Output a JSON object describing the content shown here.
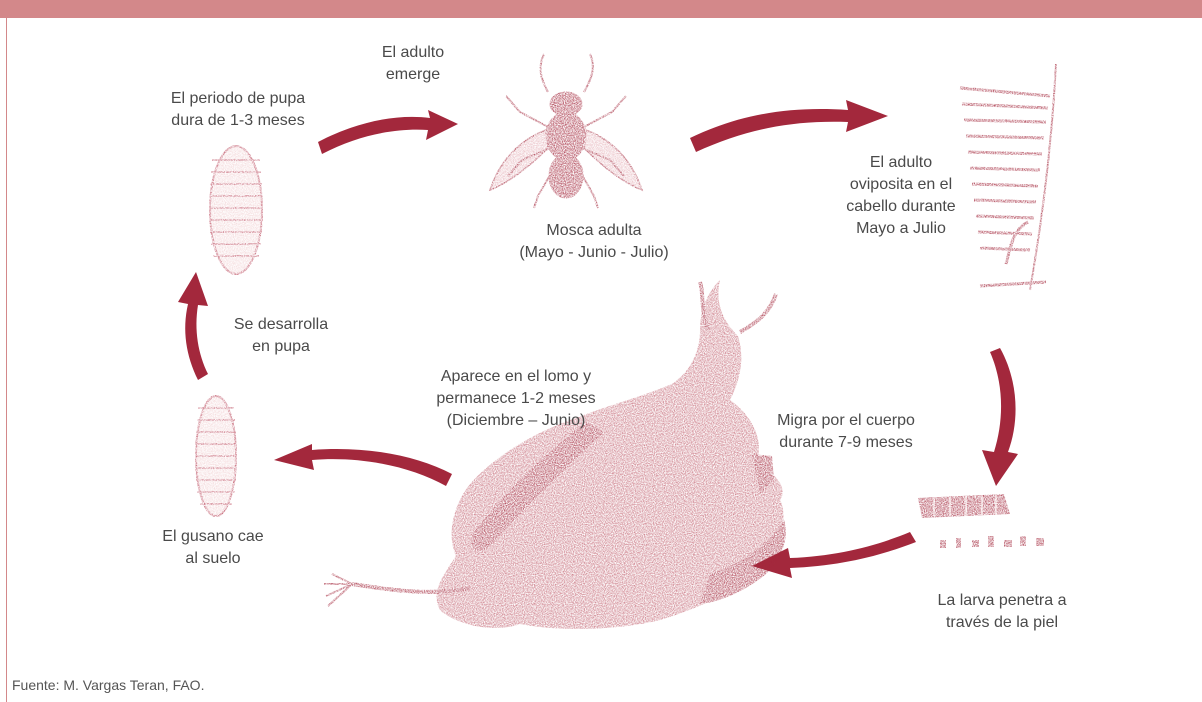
{
  "colors": {
    "header_bar": "#d3888a",
    "illustration": "#a3283c",
    "text": "#4a4a4a"
  },
  "labels": {
    "adult_emerges": "El adulto\nemerge",
    "pupa_period": "El periodo de pupa\ndura de 1-3 meses",
    "adult_fly": "Mosca adulta\n(Mayo - Junio - Julio)",
    "oviposits": "El adulto\noviposita en el\ncabello durante\nMayo a Julio",
    "develops_pupa": "Se desarrolla\nen pupa",
    "appears_back": "Aparece en el lomo y\npermanece 1-2 meses\n(Diciembre – Junio)",
    "migrates": "Migra por el cuerpo\ndurante 7-9 meses",
    "worm_falls": "El gusano cae\nal suelo",
    "larva_penetrates": "La larva penetra a\ntravés de la piel"
  },
  "source": "Fuente: M. Vargas Teran, FAO.",
  "icons": [
    "fly-icon",
    "pupa-icon",
    "egg-on-hair-icon",
    "larva-icon",
    "cow-icon",
    "cycle-arrow-icon"
  ]
}
